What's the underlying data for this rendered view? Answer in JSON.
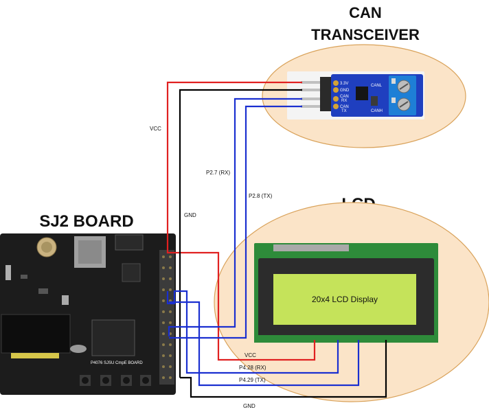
{
  "titles": {
    "can_line1": "CAN",
    "can_line2": "TRANSCEIVER",
    "lcd": "LCD",
    "board": "SJ2 BOARD"
  },
  "can_module": {
    "pin_3v3": "3.3V",
    "pin_gnd": "GND",
    "pin_canrx_1": "CAN",
    "pin_canrx_2": "RX",
    "pin_cantx_1": "CAN",
    "pin_cantx_2": "TX",
    "terminal_canl": "CANL",
    "terminal_canh": "CANH"
  },
  "lcd_display": {
    "screen_text": "20x4 LCD Display"
  },
  "board": {
    "silkscreen": "P4076 SJSU CmpE BOARD"
  },
  "wire_labels": {
    "can_vcc": "VCC",
    "can_gnd": "GND",
    "can_rx": "P2.7 (RX)",
    "can_tx": "P2.8 (TX)",
    "lcd_vcc": "VCC",
    "lcd_rx": "P4.28 (RX)",
    "lcd_tx": "P4.29 (TX)",
    "lcd_gnd": "GND"
  },
  "colors": {
    "vcc_wire": "#e02020",
    "gnd_wire": "#000000",
    "signal_wire": "#1a2fd0",
    "highlight_fill": "#fbe4c8",
    "highlight_stroke": "#d9a25a",
    "lcd_screen": "#c5e35a",
    "lcd_frame": "#2c2c2c",
    "pcb_green": "#2e8b3a",
    "can_pcb": "#1f3fbf",
    "terminal_blue": "#1e7fd6",
    "board_dark": "#1c1c1c"
  }
}
